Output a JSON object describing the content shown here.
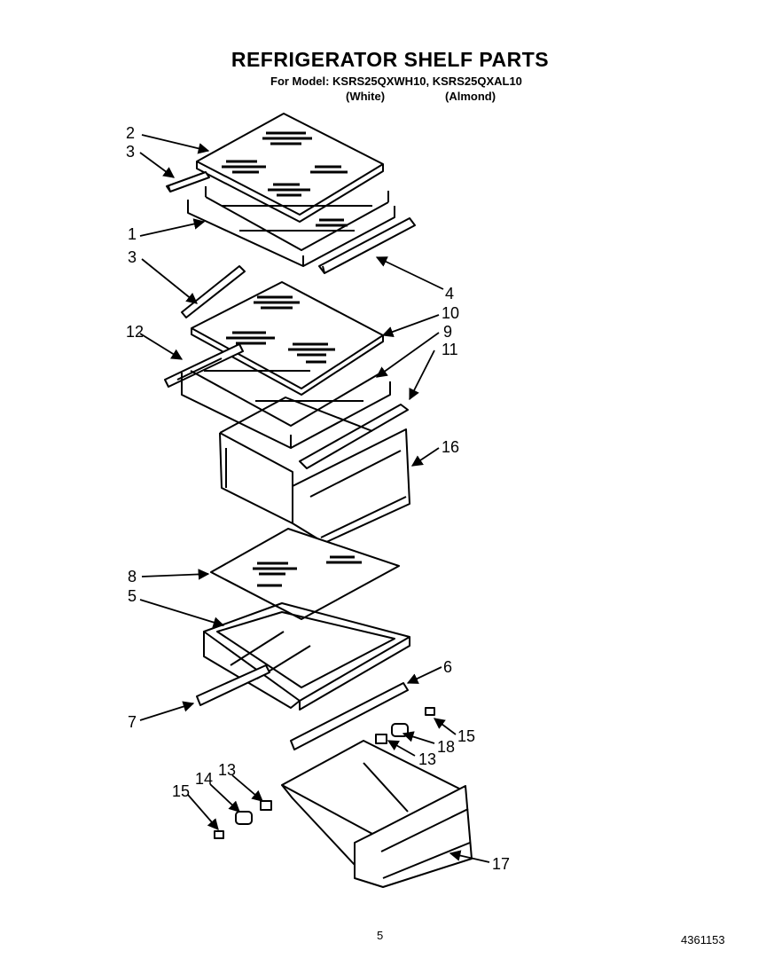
{
  "header": {
    "title": "REFRIGERATOR SHELF PARTS",
    "model_line": "For Model: KSRS25QXWH10, KSRS25QXAL10",
    "color_white": "(White)",
    "color_almond": "(Almond)"
  },
  "callouts": {
    "c1": "1",
    "c2": "2",
    "c3a": "3",
    "c3b": "3",
    "c4": "4",
    "c5": "5",
    "c6": "6",
    "c7": "7",
    "c8": "8",
    "c9": "9",
    "c10": "10",
    "c11": "11",
    "c12": "12",
    "c13a": "13",
    "c13b": "13",
    "c14": "14",
    "c15a": "15",
    "c15b": "15",
    "c16": "16",
    "c17": "17",
    "c18": "18"
  },
  "footer": {
    "page_number": "5",
    "document_number": "4361153"
  }
}
